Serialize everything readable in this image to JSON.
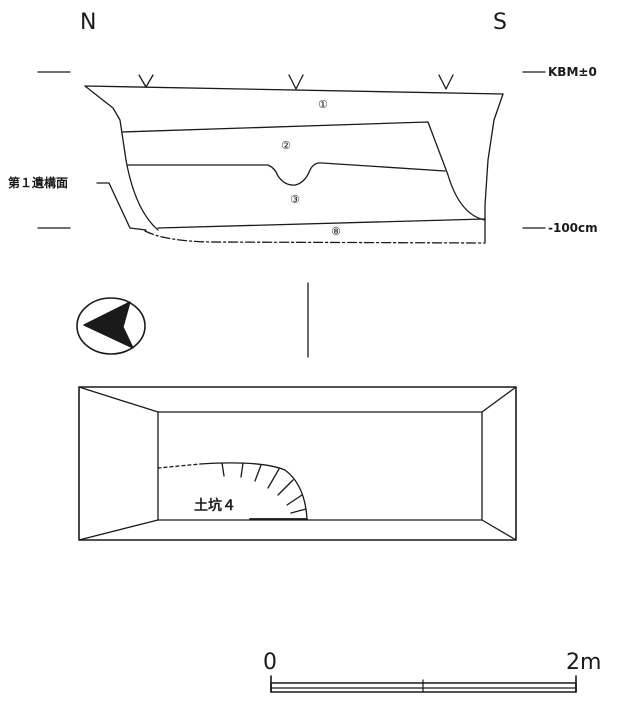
{
  "section": {
    "north_label": "N",
    "south_label": "S",
    "datum_label": "KBM±0",
    "depth_label": "-100cm",
    "surface_label": "第１遺構面",
    "layers": [
      {
        "id": "layer-1",
        "label": "①"
      },
      {
        "id": "layer-2",
        "label": "②"
      },
      {
        "id": "layer-3",
        "label": "③"
      },
      {
        "id": "layer-8",
        "label": "⑧"
      }
    ]
  },
  "plan": {
    "feature_label": "土坑４"
  },
  "scale_bar": {
    "start_label": "0",
    "end_label": "2m"
  },
  "icons": {
    "north_arrow": "north-arrow-icon"
  }
}
